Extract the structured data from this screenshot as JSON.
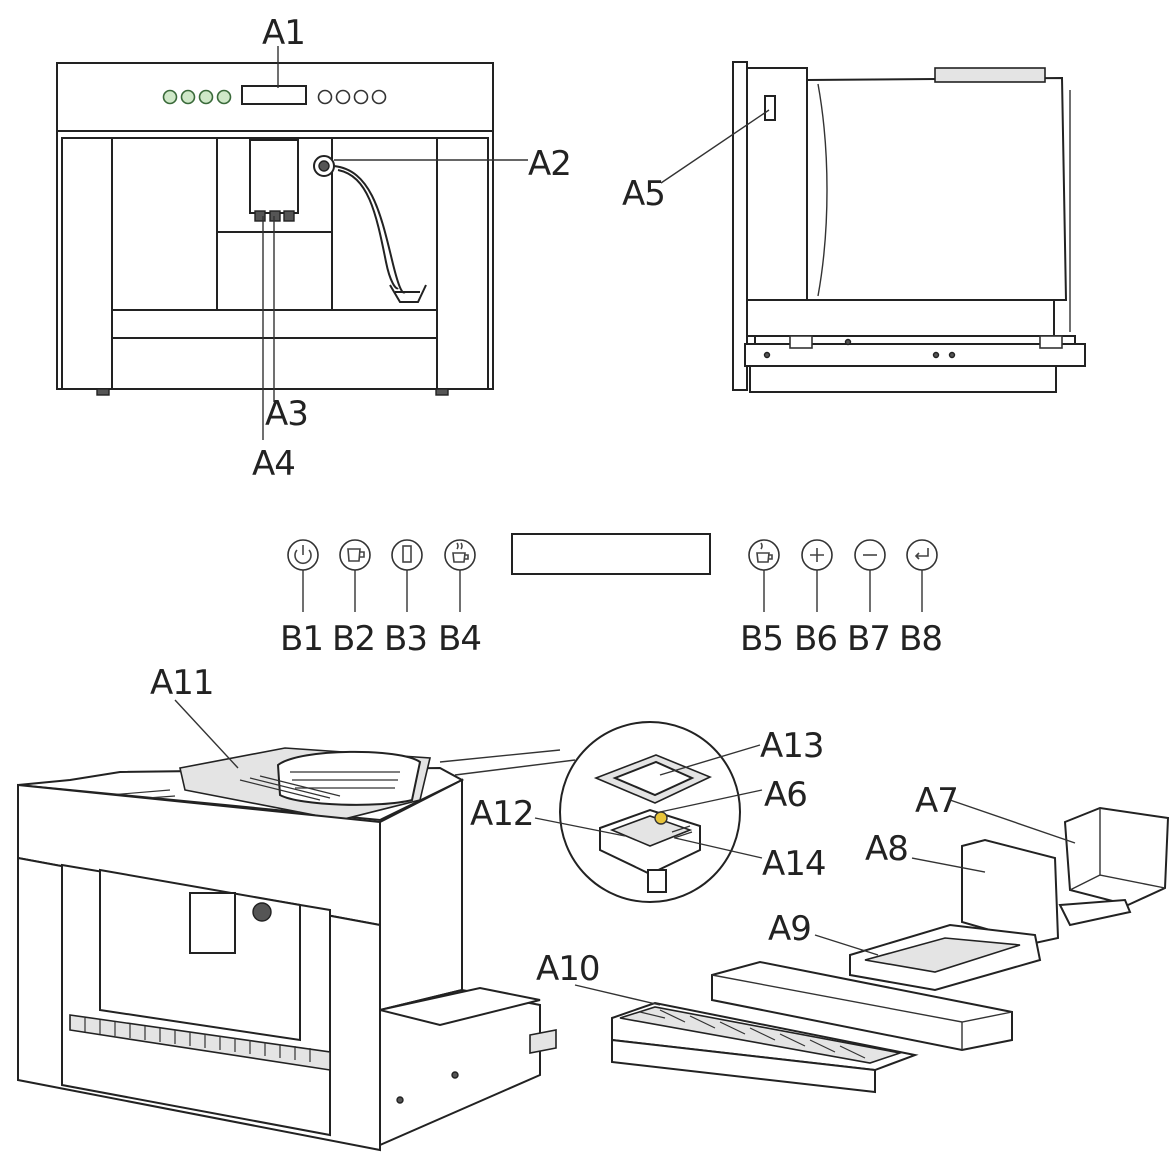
{
  "labels": {
    "A1": "A1",
    "A2": "A2",
    "A3": "A3",
    "A4": "A4",
    "A5": "A5",
    "A6": "A6",
    "A7": "A7",
    "A8": "A8",
    "A9": "A9",
    "A10": "A10",
    "A11": "A11",
    "A12": "A12",
    "A13": "A13",
    "A14": "A14"
  },
  "buttons": {
    "B1": "B1",
    "B2": "B2",
    "B3": "B3",
    "B4": "B4",
    "B5": "B5",
    "B6": "B6",
    "B7": "B7",
    "B8": "B8"
  },
  "icons": {
    "B1": "power-icon",
    "B2": "cup-icon",
    "B3": "tall-glass-icon",
    "B4": "steam-cup-icon",
    "B5": "hot-water-cup-icon",
    "B6": "plus-icon",
    "B7": "minus-icon",
    "B8": "return-icon"
  },
  "colors": {
    "line": "#222222",
    "indicator_green": "#cfe8c8",
    "valve_yellow": "#e8c43a"
  }
}
